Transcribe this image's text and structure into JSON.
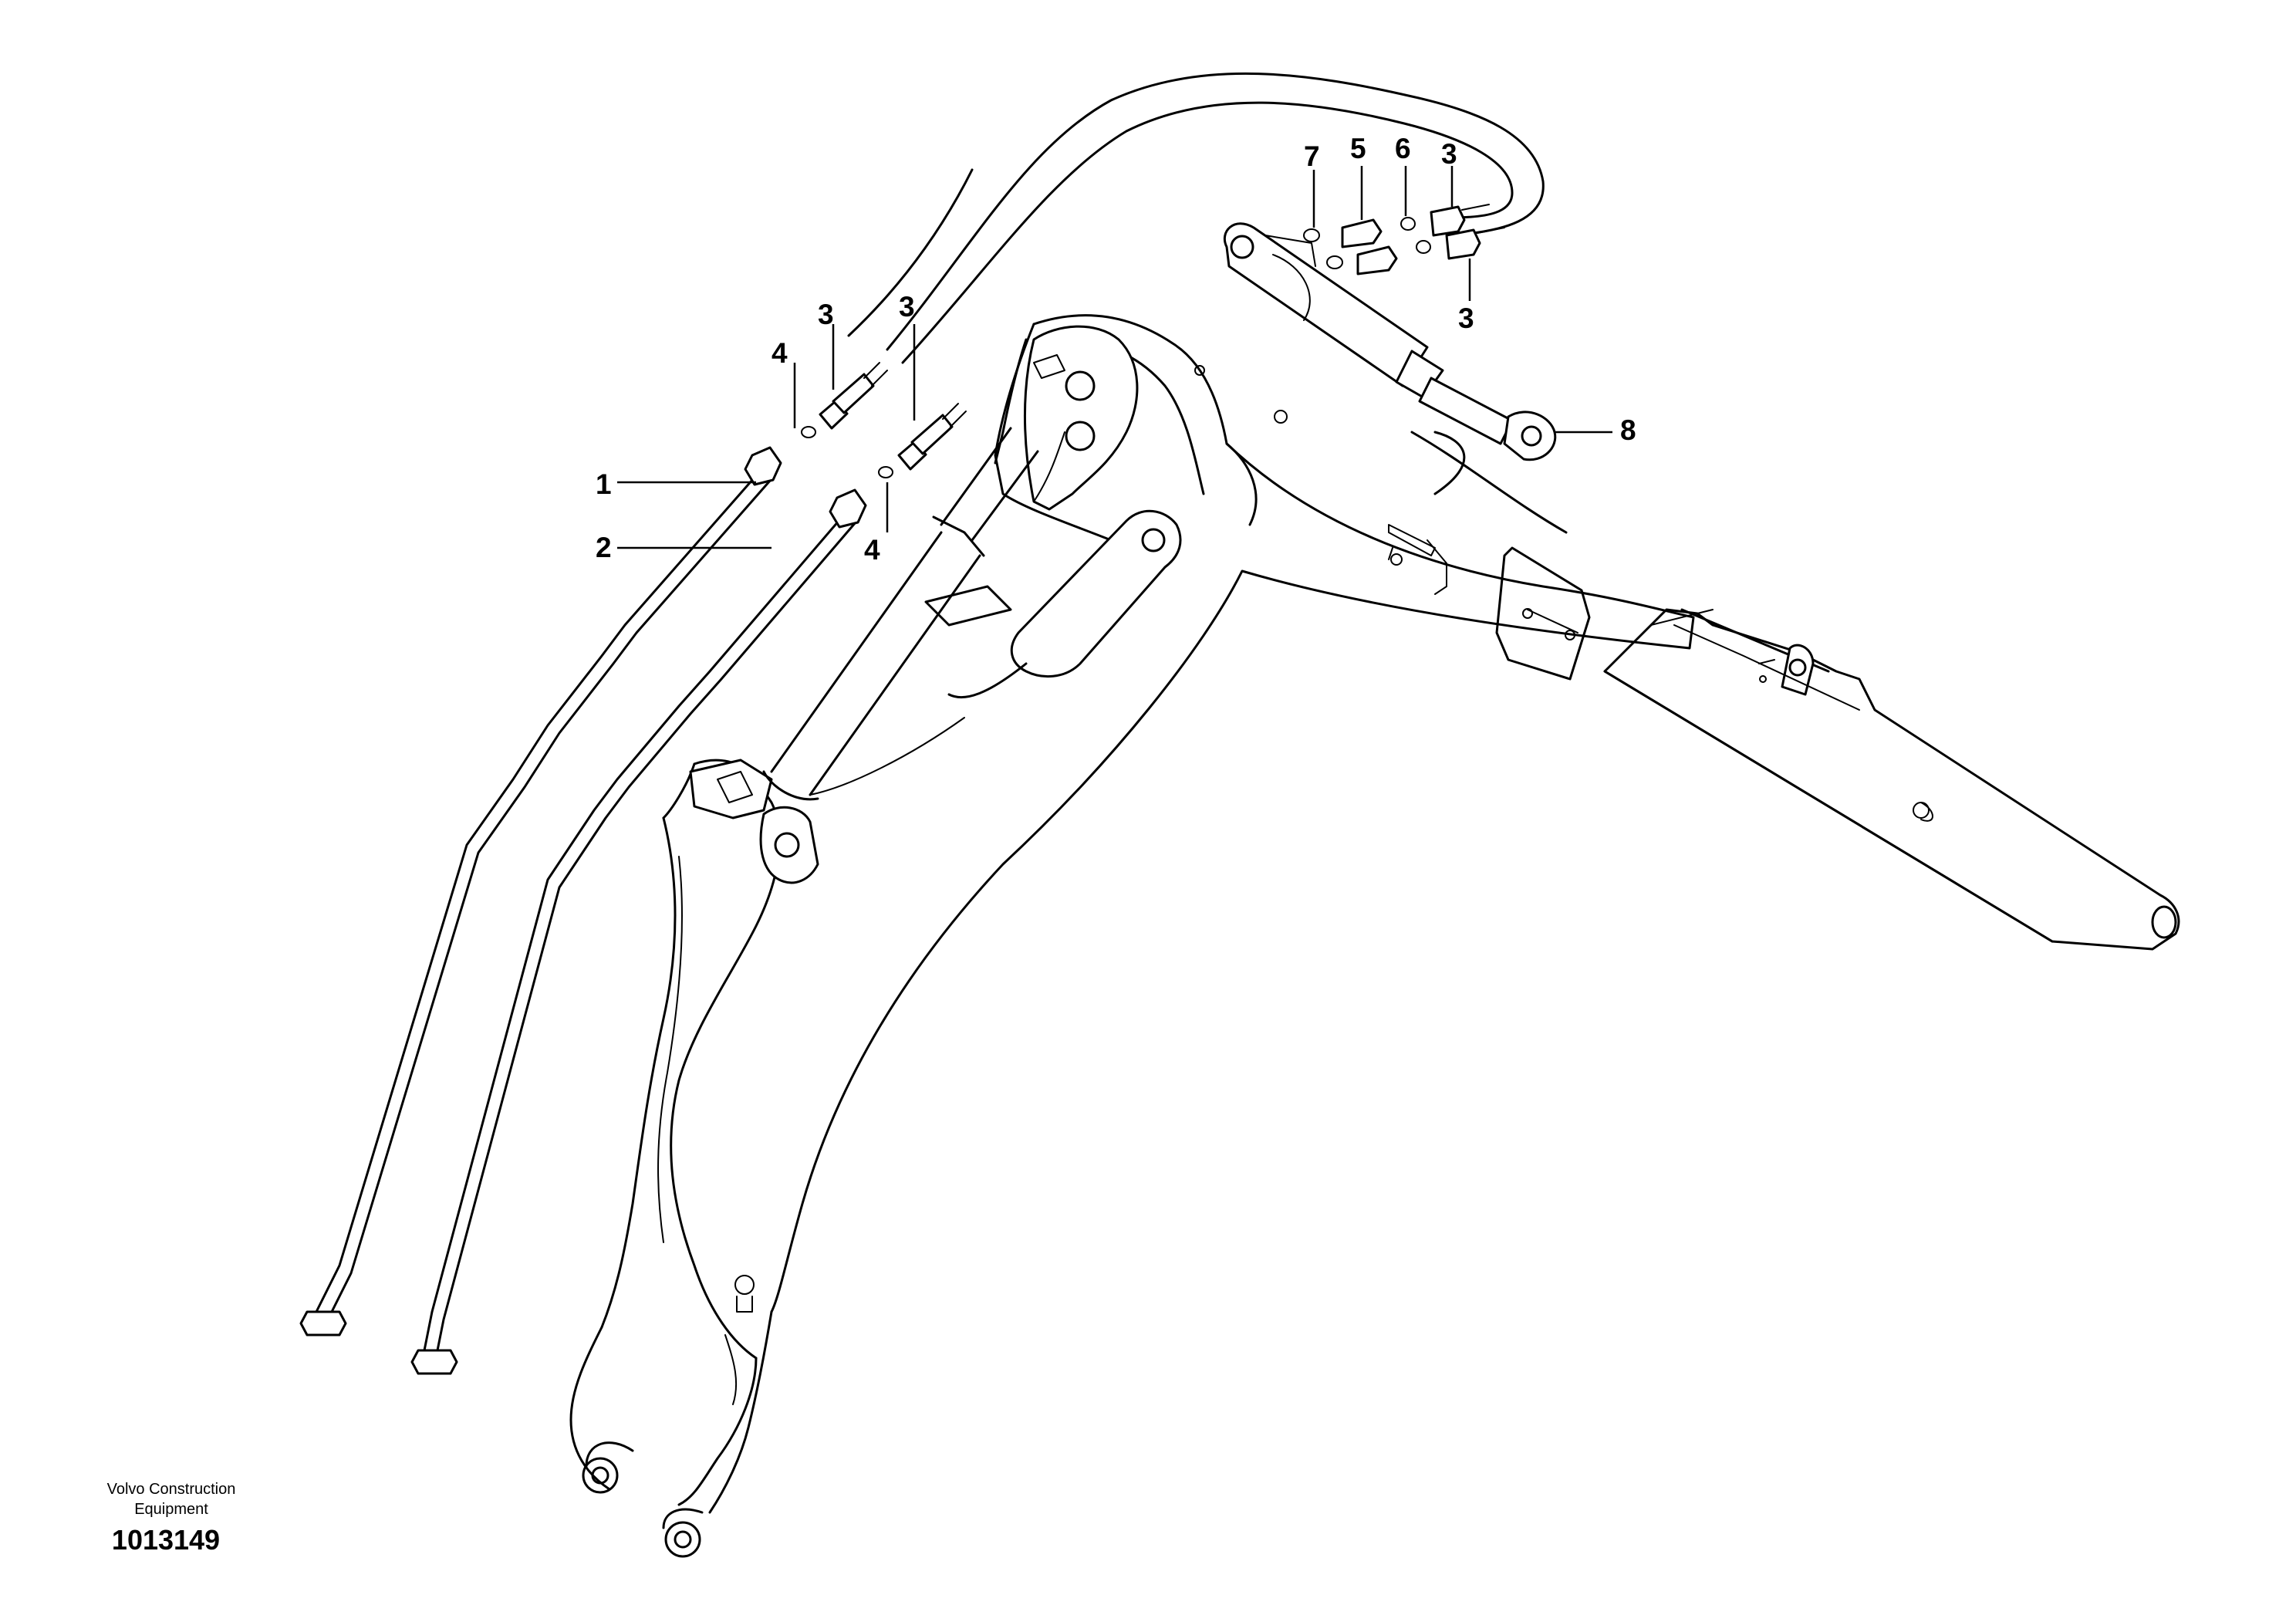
{
  "callouts": {
    "c1": "1",
    "c2": "2",
    "c3a": "3",
    "c3b": "3",
    "c3c": "3",
    "c3d": "3",
    "c4a": "4",
    "c4b": "4",
    "c5": "5",
    "c6": "6",
    "c7": "7",
    "c8": "8"
  },
  "footer": {
    "brand_line1": "Volvo Construction",
    "brand_line2": "Equipment",
    "drawing_number": "1013149"
  }
}
